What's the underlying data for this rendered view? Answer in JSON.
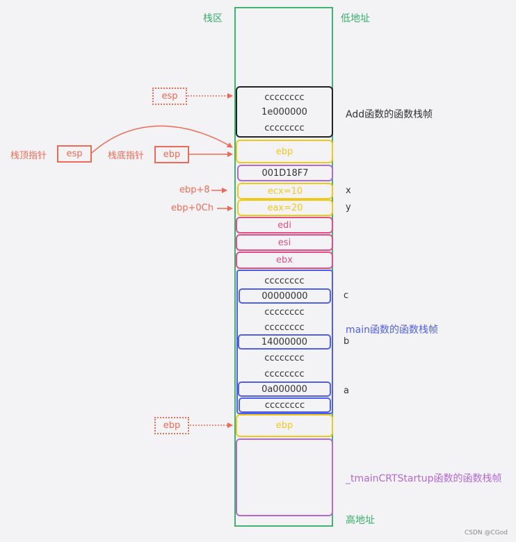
{
  "headers": {
    "stack_area": "栈区",
    "low_addr": "低地址",
    "high_addr": "高地址"
  },
  "add_frame": {
    "lines": [
      "cccccccc",
      "1e000000",
      "cccccccc"
    ],
    "title": "Add函数的函数栈帧"
  },
  "slots": {
    "ebp_top": "ebp",
    "ret_addr": "001D18F7",
    "ecx": "ecx=10",
    "eax": "eax=20",
    "edi": "edi",
    "esi": "esi",
    "ebx": "ebx",
    "ebp_bottom": "ebp"
  },
  "main_frame": {
    "rows": [
      "cccccccc",
      "00000000",
      "cccccccc",
      "cccccccc",
      "14000000",
      "cccccccc",
      "cccccccc",
      "0a000000",
      "cccccccc"
    ],
    "title": "main函数的函数栈帧"
  },
  "var_labels": {
    "x": "x",
    "y": "y",
    "c": "c",
    "b": "b",
    "a": "a"
  },
  "offsets": {
    "ebp8": "ebp+8",
    "ebp0c": "ebp+0Ch"
  },
  "pointers": {
    "top_label": "栈顶指针",
    "top_reg": "esp",
    "bottom_label": "栈底指针",
    "bottom_reg": "ebp",
    "esp_dotted": "esp",
    "ebp_dotted": "ebp"
  },
  "tmain_title": "_tmainCRTStartup函数的函数栈帧",
  "watermark": "CSDN @CGod",
  "colors": {
    "green": "#3fb36f",
    "yellow": "#f2c81c",
    "pink": "#e24e86",
    "purple": "#b269d4",
    "blue": "#4f5fe8",
    "red": "#ef6a55"
  }
}
